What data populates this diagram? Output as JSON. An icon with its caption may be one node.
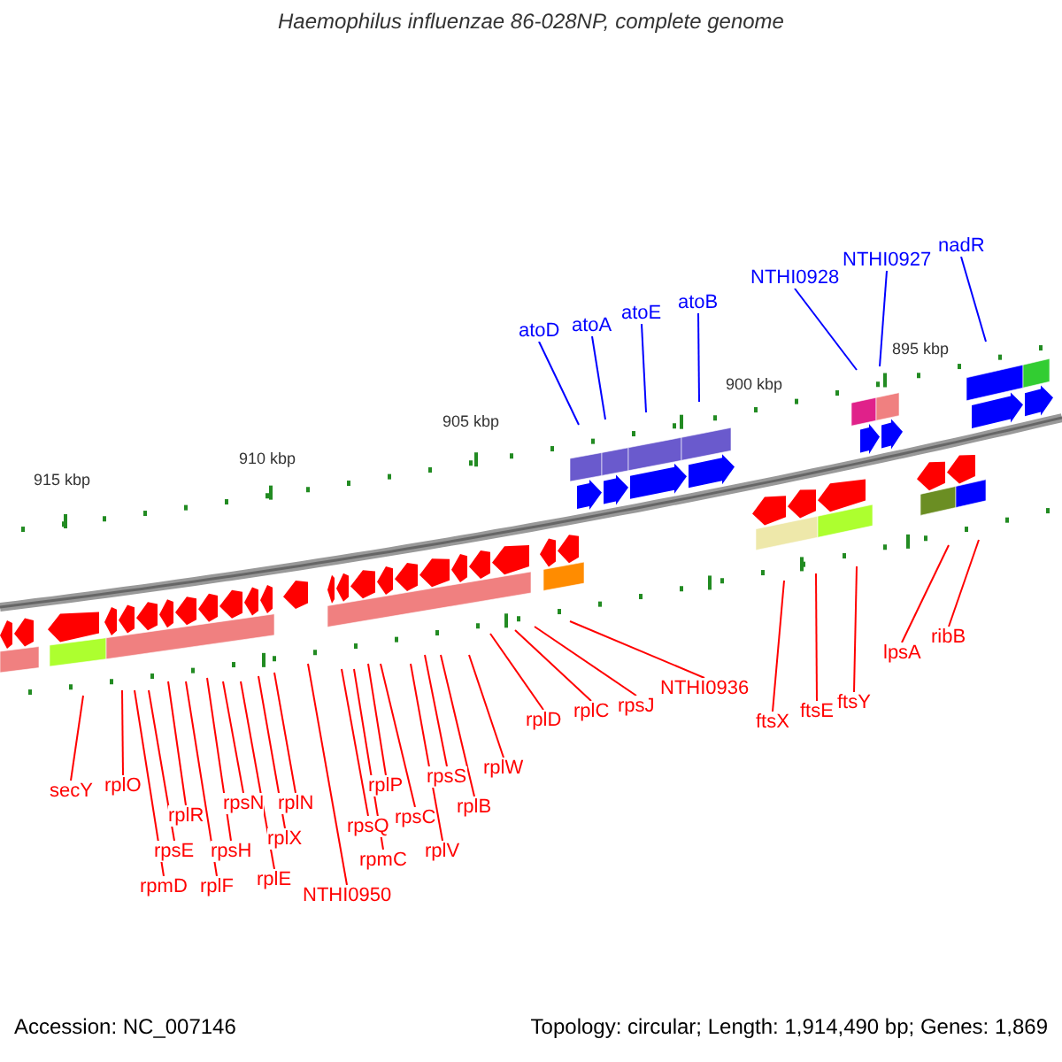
{
  "diagram": {
    "title": "Haemophilus influenzae 86-028NP, complete genome",
    "nodes": [
      {
        "text": [
          "atoD"
        ]
      },
      {
        "text": [
          "atoA"
        ]
      },
      {
        "text": [
          "atoE"
        ]
      },
      {
        "text": [
          "atoB"
        ]
      },
      {
        "text": [
          "NTHI0928"
        ]
      },
      {
        "text": [
          "NTHI0927"
        ]
      },
      {
        "text": [
          "nadR"
        ]
      },
      {
        "text": [
          "secY"
        ]
      },
      {
        "text": [
          "rplO"
        ]
      },
      {
        "text": [
          "rpmD"
        ]
      },
      {
        "text": [
          "rpsE"
        ]
      },
      {
        "text": [
          "rplR"
        ]
      },
      {
        "text": [
          "rplF"
        ]
      },
      {
        "text": [
          "rpsH"
        ]
      },
      {
        "text": [
          "rpsN"
        ]
      },
      {
        "text": [
          "rplE"
        ]
      },
      {
        "text": [
          "rplX"
        ]
      },
      {
        "text": [
          "rplN"
        ]
      },
      {
        "text": [
          "NTHI0950"
        ]
      },
      {
        "text": [
          "rpsQ"
        ]
      },
      {
        "text": [
          "rpmC"
        ]
      },
      {
        "text": [
          "rplP"
        ]
      },
      {
        "text": [
          "rpsC"
        ]
      },
      {
        "text": [
          "rplV"
        ]
      },
      {
        "text": [
          "rpsS"
        ]
      },
      {
        "text": [
          "rplB"
        ]
      },
      {
        "text": [
          "rplW"
        ]
      },
      {
        "text": [
          "rplD"
        ]
      },
      {
        "text": [
          "rplC"
        ]
      },
      {
        "text": [
          "rpsJ"
        ]
      },
      {
        "text": [
          "NTHI0936"
        ]
      },
      {
        "text": [
          "ftsX"
        ]
      },
      {
        "text": [
          "ftsE"
        ]
      },
      {
        "text": [
          "ftsY"
        ]
      },
      {
        "text": [
          "lpsA"
        ]
      },
      {
        "text": [
          "ribB"
        ]
      }
    ],
    "edges": [
      {
        "from": 0,
        "to": null,
        "arrow": "none",
        "color": "#0000ff"
      },
      {
        "from": 1,
        "to": null,
        "arrow": "none",
        "color": "#0000ff"
      },
      {
        "from": 2,
        "to": null,
        "arrow": "none",
        "color": "#0000ff"
      },
      {
        "from": 3,
        "to": null,
        "arrow": "none",
        "color": "#0000ff"
      },
      {
        "from": 4,
        "to": null,
        "arrow": "none",
        "color": "#0000ff"
      },
      {
        "from": 5,
        "to": null,
        "arrow": "none",
        "color": "#0000ff"
      },
      {
        "from": 6,
        "to": null,
        "arrow": "none",
        "color": "#0000ff"
      },
      {
        "from": 7,
        "to": null,
        "arrow": "none"
      },
      {
        "from": 8,
        "to": null,
        "arrow": "none"
      },
      {
        "from": 9,
        "to": null,
        "arrow": "none"
      },
      {
        "from": 10,
        "to": null,
        "arrow": "none"
      },
      {
        "from": 11,
        "to": null,
        "arrow": "none"
      },
      {
        "from": 12,
        "to": null,
        "arrow": "none"
      },
      {
        "from": 13,
        "to": null,
        "arrow": "none"
      },
      {
        "from": 14,
        "to": null,
        "arrow": "none"
      },
      {
        "from": 15,
        "to": null,
        "arrow": "none"
      },
      {
        "from": 16,
        "to": null,
        "arrow": "none"
      },
      {
        "from": 17,
        "to": null,
        "arrow": "none"
      },
      {
        "from": 18,
        "to": null,
        "arrow": "none"
      },
      {
        "from": 19,
        "to": null,
        "arrow": "none"
      },
      {
        "from": 20,
        "to": null,
        "arrow": "none"
      },
      {
        "from": 21,
        "to": null,
        "arrow": "none"
      },
      {
        "from": 22,
        "to": null,
        "arrow": "none"
      },
      {
        "from": 23,
        "to": null,
        "arrow": "none"
      },
      {
        "from": 24,
        "to": null,
        "arrow": "none"
      },
      {
        "from": 25,
        "to": null,
        "arrow": "none"
      },
      {
        "from": 26,
        "to": null,
        "arrow": "none"
      },
      {
        "from": 27,
        "to": null,
        "arrow": "none"
      },
      {
        "from": 28,
        "to": null,
        "arrow": "none"
      },
      {
        "from": 29,
        "to": null,
        "arrow": "none"
      },
      {
        "from": 30,
        "to": null,
        "arrow": "none"
      },
      {
        "from": 31,
        "to": null,
        "arrow": "none"
      },
      {
        "from": 32,
        "to": null,
        "arrow": "none"
      },
      {
        "from": 33,
        "to": null,
        "arrow": "none"
      },
      {
        "from": 34,
        "to": null,
        "arrow": "none"
      },
      {
        "from": 35,
        "to": null,
        "arrow": "none"
      }
    ],
    "labels": [
      "915 kbp",
      "910 kbp",
      "905 kbp",
      "900 kbp",
      "895 kbp",
      "Accession: NC_007146",
      "Topology: circular; Length: 1,914,490 bp; Genes: 1,869"
    ]
  }
}
